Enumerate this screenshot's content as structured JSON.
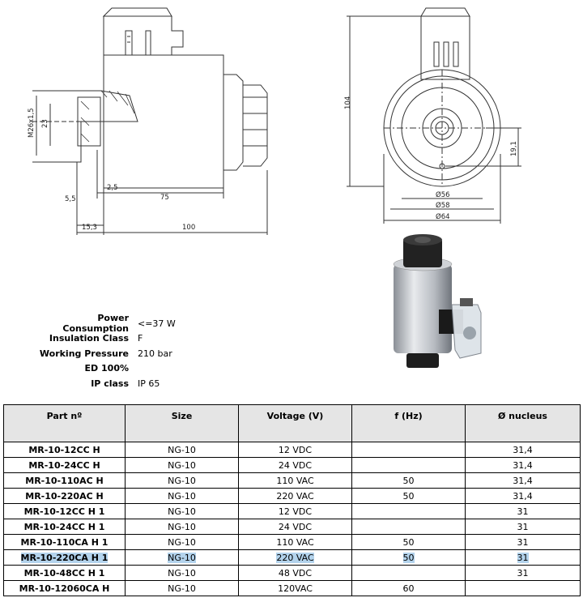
{
  "drawing": {
    "dims": {
      "m26": "M26x1,5",
      "d23": "23",
      "d2_5": "2,5",
      "d5_5": "5,5",
      "d75": "75",
      "d15_3": "15,3",
      "d100": "100",
      "d104": "104",
      "d19_1": "19,1",
      "d56": "Ø56",
      "d58": "Ø58",
      "d64": "Ø64"
    }
  },
  "specs": [
    {
      "label": "Power Consumption",
      "value": "<=37 W"
    },
    {
      "label": "Insulation Class",
      "value": "F"
    },
    {
      "label": "Working Pressure",
      "value": "210 bar"
    },
    {
      "label": "ED 100%",
      "value": ""
    },
    {
      "label": "IP class",
      "value": "IP 65"
    }
  ],
  "table": {
    "headers": [
      "Part nº",
      "Size",
      "Voltage (V)",
      "f (Hz)",
      "Ø nucleus"
    ],
    "rows": [
      [
        "MR-10-12CC H",
        "NG-10",
        "12 VDC",
        "",
        "31,4"
      ],
      [
        "MR-10-24CC H",
        "NG-10",
        "24 VDC",
        "",
        "31,4"
      ],
      [
        "MR-10-110AC H",
        "NG-10",
        "110 VAC",
        "50",
        "31,4"
      ],
      [
        "MR-10-220AC H",
        "NG-10",
        "220 VAC",
        "50",
        "31,4"
      ],
      [
        "MR-10-12CC H 1",
        "NG-10",
        "12 VDC",
        "",
        "31"
      ],
      [
        "MR-10-24CC H 1",
        "NG-10",
        "24 VDC",
        "",
        "31"
      ],
      [
        "MR-10-110CA H 1",
        "NG-10",
        "110 VAC",
        "50",
        "31"
      ],
      [
        "MR-10-220CA H 1",
        "NG-10",
        "220 VAC",
        "50",
        "31"
      ],
      [
        "MR-10-48CC H 1",
        "NG-10",
        "48 VDC",
        "",
        "31"
      ],
      [
        "MR-10-12060CA H",
        "NG-10",
        "120VAC",
        "60",
        ""
      ]
    ],
    "selected_row": 7,
    "highlight": "#b3d3ec"
  }
}
